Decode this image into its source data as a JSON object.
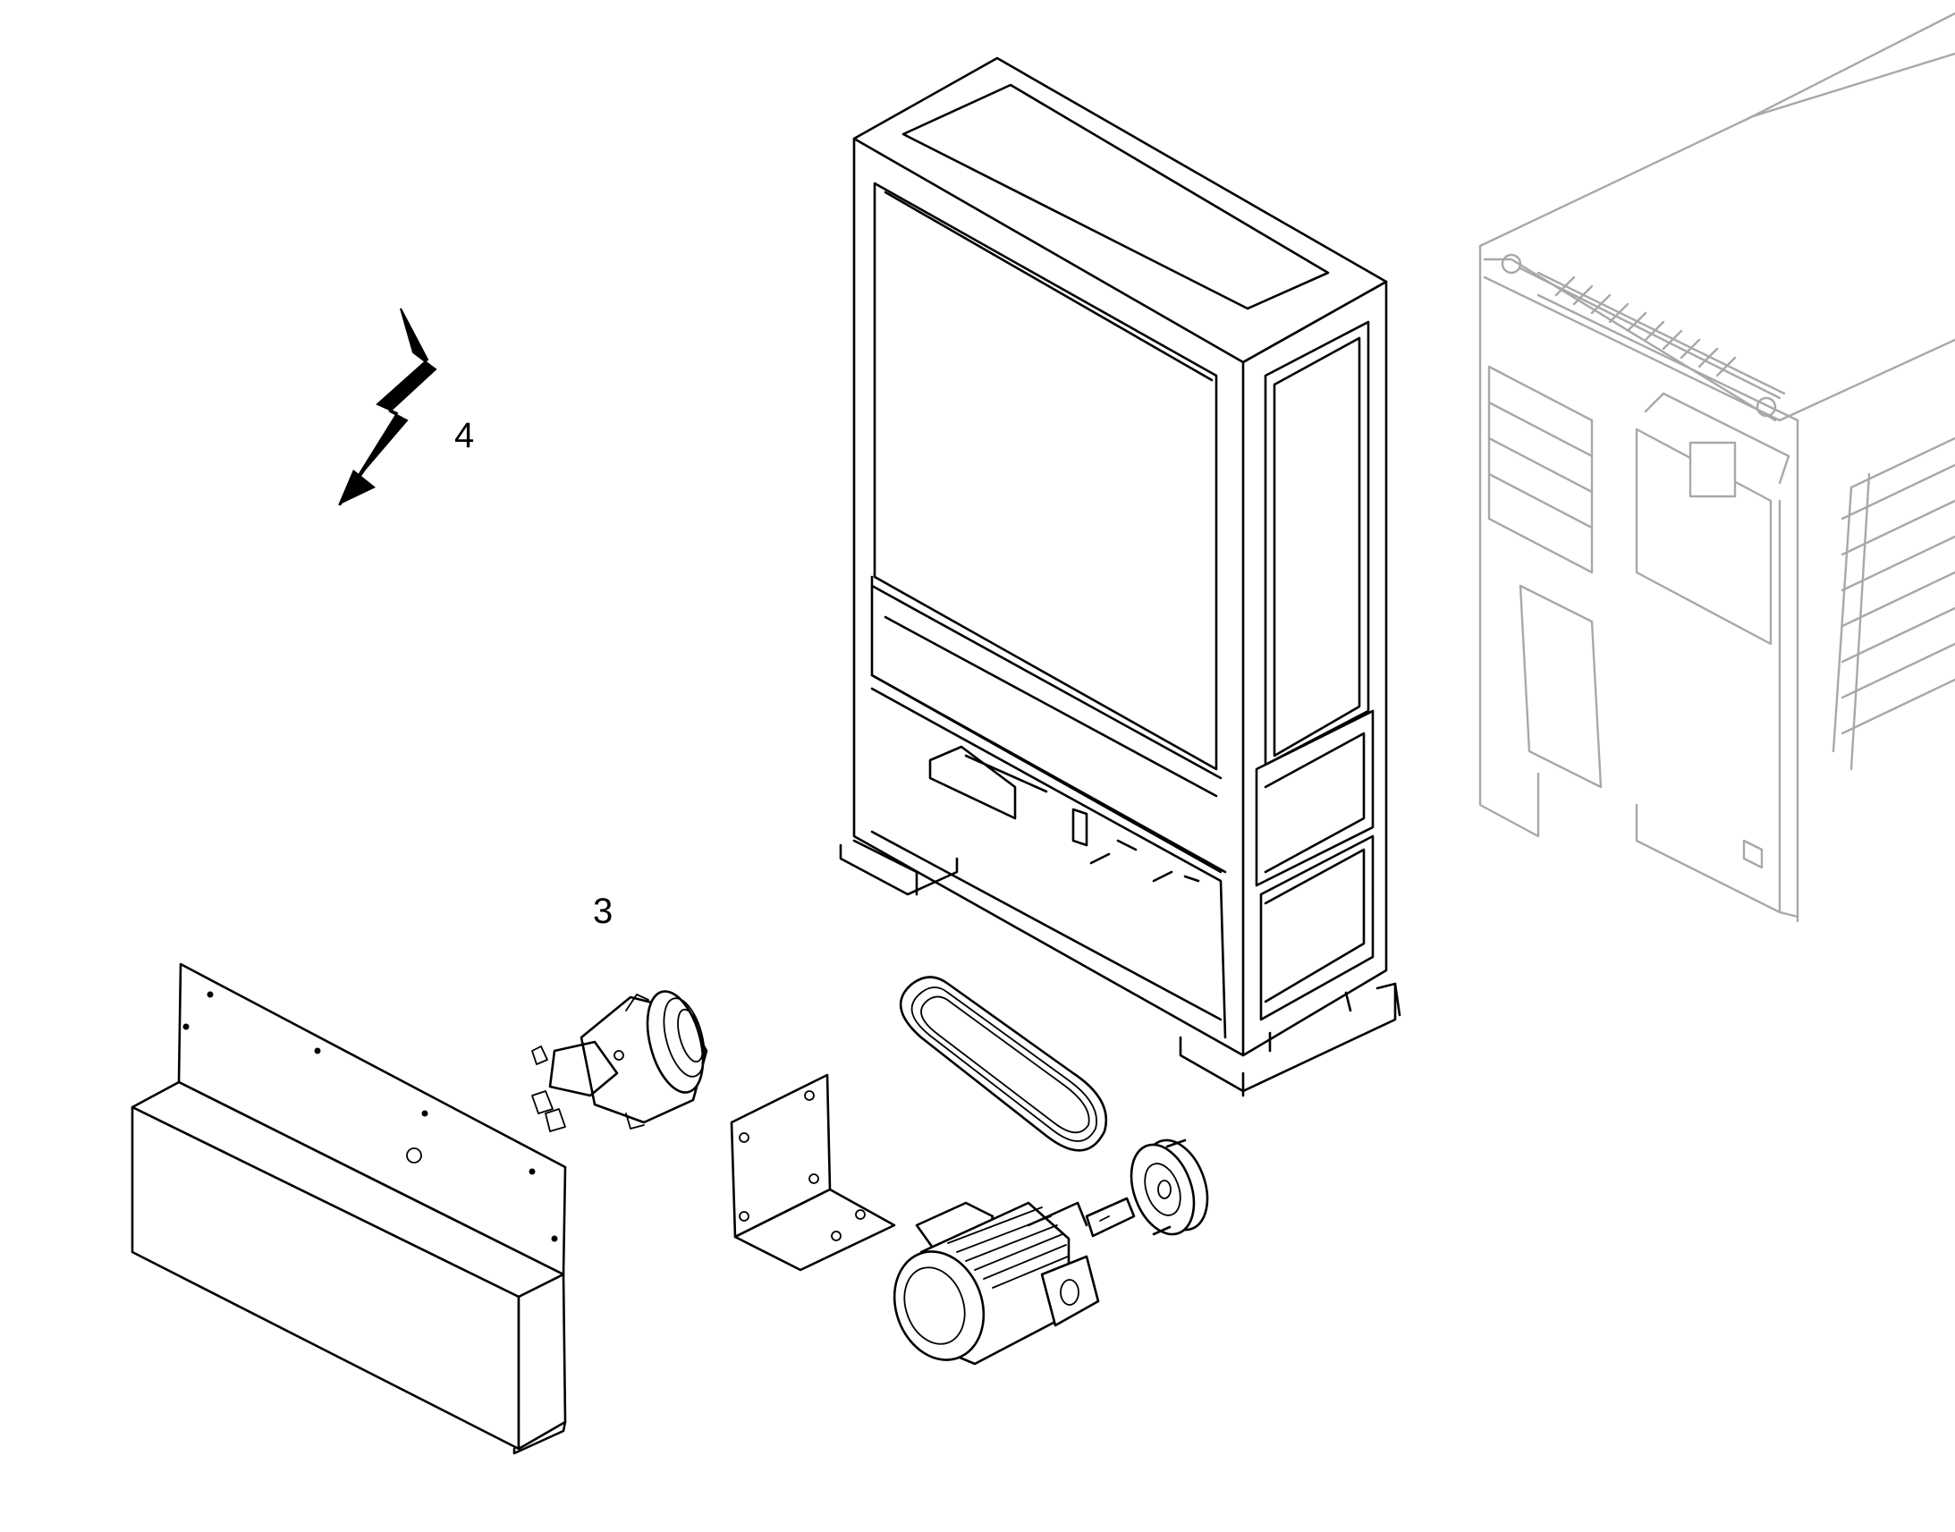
{
  "callouts": [
    {
      "id": "callout-3",
      "label": "3"
    },
    {
      "id": "callout-4",
      "label": "4"
    }
  ],
  "icons": {
    "lightning": "lightning-bolt-icon"
  },
  "colors": {
    "line": "#000000",
    "background_unit": "#a8a8a8",
    "background": "#ffffff"
  }
}
